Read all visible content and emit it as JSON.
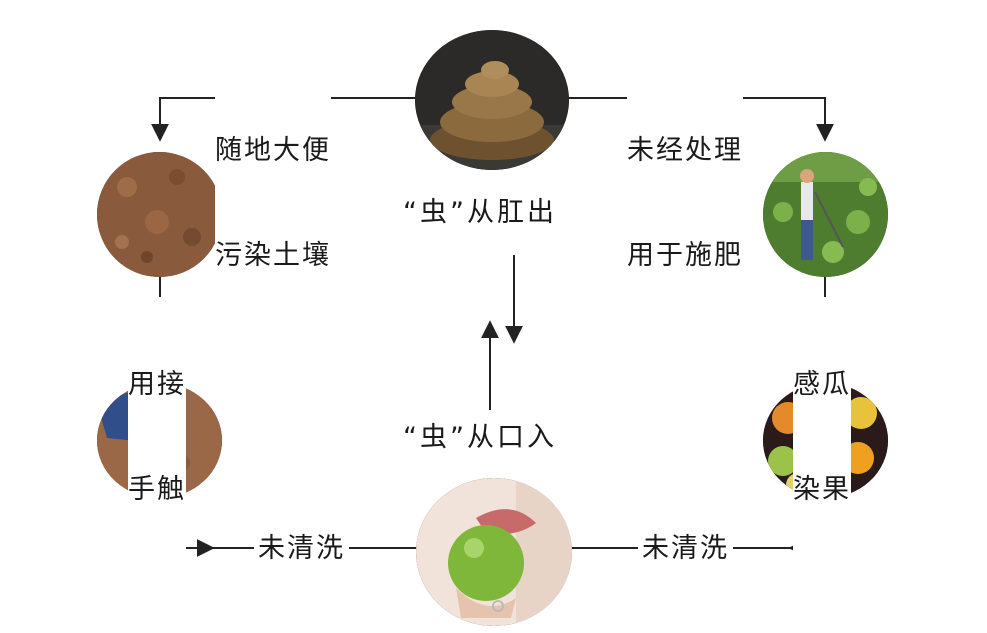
{
  "cycle": {
    "top_left_label": [
      "随地大便",
      "污染土壤"
    ],
    "top_right_label": [
      "未经处理",
      "用于施肥"
    ],
    "left_label": [
      "用接",
      "手触"
    ],
    "right_label": [
      "感瓜",
      "染果"
    ],
    "bottom_left_label": "未清洗",
    "bottom_right_label": "未清洗"
  },
  "center": {
    "top_text": "“虫”从肛出",
    "bottom_text": "“虫”从口入"
  },
  "colors": {
    "line": "#222222",
    "soil": "#8a5a3c",
    "feces": "#8b6a3e",
    "apple": "#7fb73a",
    "field": "#5f8f3a"
  }
}
